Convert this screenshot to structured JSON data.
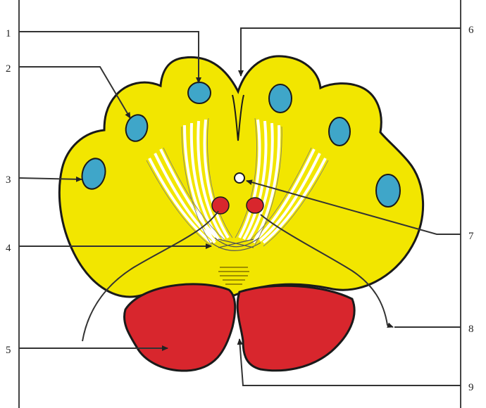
{
  "labels": {
    "l1": "1",
    "l2": "2",
    "l3": "3",
    "l4": "4",
    "l5": "5",
    "l6": "6",
    "l7": "7",
    "l8": "8",
    "l9": "9"
  },
  "colors": {
    "body": "#f2e600",
    "outline": "#1a1a1a",
    "nuclei_blue": "#3fa6c9",
    "red_structures": "#d8262d",
    "fibers": "#ffffff",
    "leader_lines": "#333333"
  }
}
